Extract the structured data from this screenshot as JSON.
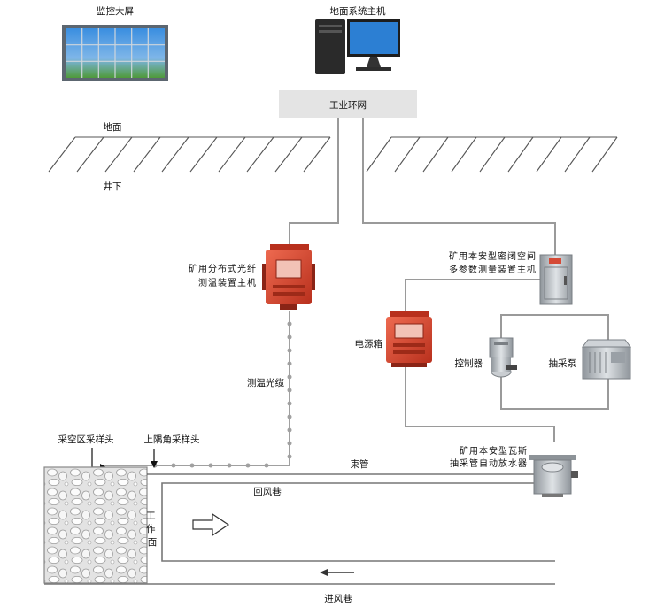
{
  "labels": {
    "monitor_screen": "监控大屏",
    "host_computer": "地面系统主机",
    "network": "工业环网",
    "ground": "地面",
    "underground": "井下",
    "fiber_host_line1": "矿用分布式光纤",
    "fiber_host_line2": "测温装置主机",
    "confined_host_line1": "矿用本安型密闭空间",
    "confined_host_line2": "多参数测量装置主机",
    "power_box": "电源箱",
    "controller": "控制器",
    "pump": "抽采泵",
    "fiber_cable": "测温光缆",
    "goaf_sampler": "采空区采样头",
    "corner_sampler": "上隅角采样头",
    "bundle_tube": "束管",
    "drainer_line1": "矿用本安型瓦斯",
    "drainer_line2": "抽采管自动放水器",
    "return_airway": "回风巷",
    "working_face": "工作面",
    "intake_airway": "进风巷"
  },
  "icons": {
    "video_wall": "video-wall-icon",
    "computer": "desktop-computer-icon",
    "fiber_host": "fiber-host-device-icon",
    "confined_host": "measurement-host-device-icon",
    "power_box": "power-box-device-icon",
    "controller": "controller-device-icon",
    "pump": "pump-device-icon",
    "drainer": "water-drainer-device-icon",
    "flow_right": "arrow-right-icon",
    "flow_left": "arrow-left-icon"
  },
  "colors": {
    "line": "#9a9a9a",
    "network_box": "#e4e4e4",
    "device_red": "#d9402b",
    "device_steel": "#b9bec4",
    "screen_blue": "#2f7fc8",
    "goaf_fill": "#dcdcdc"
  }
}
